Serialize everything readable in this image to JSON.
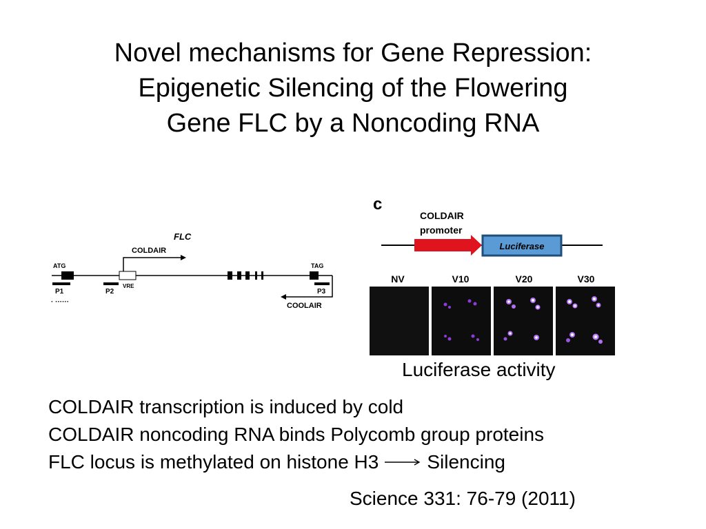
{
  "title": {
    "line1": "Novel mechanisms for Gene Repression:",
    "line2": "Epigenetic Silencing of the Flowering",
    "line3": "Gene FLC by a Noncoding RNA"
  },
  "flc_diagram": {
    "gene_label": "FLC",
    "coldair_label": "COLDAIR",
    "coolair_label": "COOLAIR",
    "atg_label": "ATG",
    "tag_label": "TAG",
    "vre_label": "VRE",
    "probes": [
      "P1",
      "P2",
      "P3"
    ],
    "dots": "· ······"
  },
  "reporter": {
    "panel_letter": "c",
    "promoter_line1": "COLDAIR",
    "promoter_line2": "promoter",
    "luciferase_label": "Luciferase",
    "panel_labels": [
      "NV",
      "V10",
      "V20",
      "V30"
    ],
    "caption": "Luciferase activity",
    "colors": {
      "promoter_arrow": "#e0141e",
      "luciferase_box": "#5b9bd5",
      "luciferase_border": "#1f4e79"
    }
  },
  "bullets": {
    "line1": "COLDAIR transcription is induced by cold",
    "line2": "COLDAIR noncoding RNA binds Polycomb group proteins",
    "line3_before": "FLC locus is methylated on histone H3",
    "line3_after": "Silencing"
  },
  "citation": "Science 331: 76-79 (2011)"
}
